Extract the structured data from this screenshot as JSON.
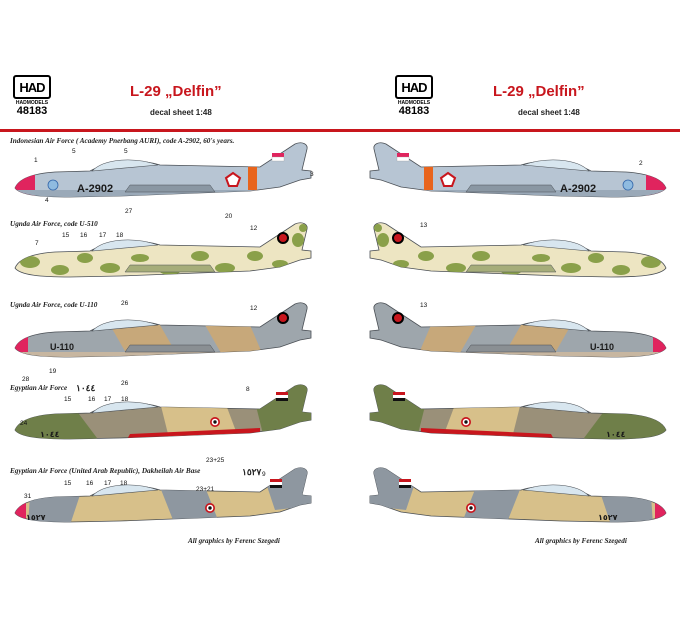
{
  "header": {
    "logo_text": "HAD",
    "logo_brand": "HADMODELS",
    "product_number": "48183",
    "title": "L-29 „Delfin”",
    "subtitle": "decal sheet 1:48"
  },
  "captions": [
    "Indonesian Air Force ( Academy Pnerbang AURI), code A-2902, 60's years.",
    "Ugnda Air Force, code U-510",
    "Ugnda Air Force, code U-110",
    "Egyptian Air Force",
    "Egyptian Air Force (United Arab Republic), Dakheilah Air Base"
  ],
  "credit": "All graphics by Ferenc Szegedi",
  "markings": {
    "code_1": "A-2902",
    "code_3": "U-110",
    "egypt_serial_1": "١٠٤٤",
    "egypt_serial_2": "١٥٢٧"
  },
  "callouts": {
    "p1": [
      "1",
      "5",
      "5",
      "3",
      "20",
      "27",
      "4"
    ],
    "p1r": [
      "2"
    ],
    "p2": [
      "7",
      "15",
      "16",
      "17",
      "18",
      "12",
      "26"
    ],
    "p2r": [
      "13"
    ],
    "p3": [
      "12",
      "28",
      "19",
      "26"
    ],
    "p3r": [
      "13"
    ],
    "p4": [
      "24",
      "15",
      "16",
      "17",
      "18",
      "8",
      "23+25"
    ],
    "p5": [
      "31",
      "15",
      "16",
      "17",
      "18",
      "23+21",
      "9"
    ]
  },
  "colors": {
    "accent_red": "#c8161d",
    "indonesia_blue": "#b7c5d3",
    "orange_band": "#e8641c",
    "uganda_green": "#8aa04a",
    "uganda_cream": "#ede5c2",
    "grey": "#9ea6ac",
    "tan": "#c7a87a",
    "desert_sand": "#d7c08a",
    "egypt_green": "#6f7f49"
  }
}
